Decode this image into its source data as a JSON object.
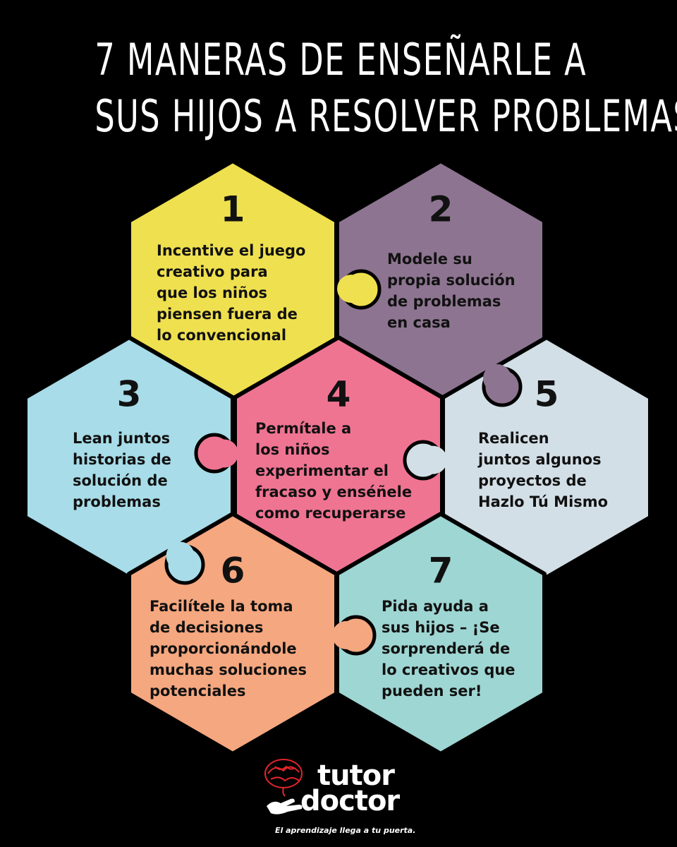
{
  "title": {
    "line1": "7 MANERAS DE ENSEÑARLE A",
    "line2": "SUS HIJOS A RESOLVER PROBLEMAS"
  },
  "pieces": [
    {
      "number": "1",
      "color": "#efe04f",
      "lines": [
        "Incentive el juego",
        "creativo para",
        "que los niños",
        "piensen fuera de",
        "lo convencional"
      ]
    },
    {
      "number": "2",
      "color": "#8d7490",
      "lines": [
        "Modele su",
        "propia solución",
        "de problemas",
        "en casa"
      ]
    },
    {
      "number": "3",
      "color": "#a7dce8",
      "lines": [
        "Lean juntos",
        "historias de",
        "solución de",
        "problemas"
      ]
    },
    {
      "number": "4",
      "color": "#ef7492",
      "lines": [
        "Permítale a",
        "los niños",
        "experimentar el",
        "fracaso y enséñele",
        "como recuperarse"
      ]
    },
    {
      "number": "5",
      "color": "#d3dfe7",
      "lines": [
        "Realicen",
        "juntos algunos",
        "proyectos de",
        "Hazlo Tú Mismo"
      ]
    },
    {
      "number": "6",
      "color": "#f5a77f",
      "lines": [
        "Facilítele la toma",
        "de decisiones",
        "proporcionándole",
        "muchas soluciones",
        "potenciales"
      ]
    },
    {
      "number": "7",
      "color": "#9ed6d3",
      "lines": [
        "Pida ayuda a",
        "sus hijos – ¡Se",
        "sorprenderá de",
        "lo creativos que",
        "pueden ser!"
      ]
    }
  ],
  "logo": {
    "word1": "tutor",
    "word2": "doctor",
    "tagline": "El aprendizaje llega a tu puerta.",
    "brain_color": "#e1252b",
    "icons": [
      "brain-icon",
      "hand-icon"
    ]
  }
}
